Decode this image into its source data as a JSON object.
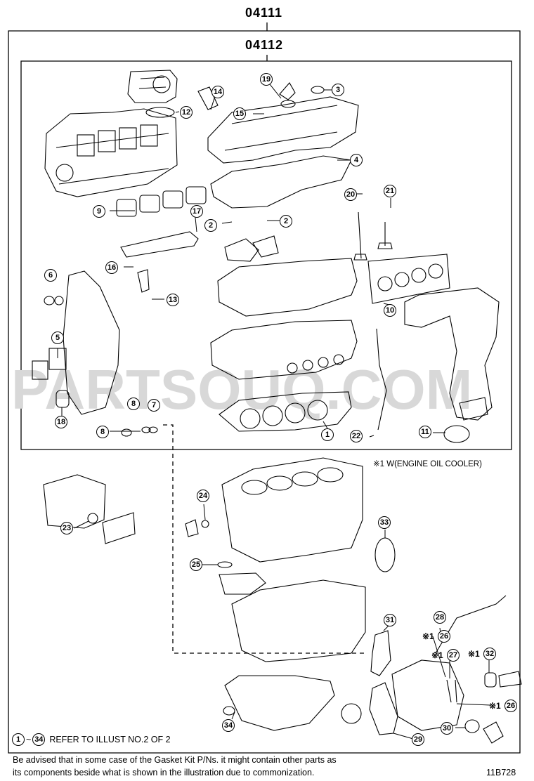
{
  "header": {
    "outer_code": "04111",
    "inner_code": "04112"
  },
  "watermark": "PARTSOUQ.COM",
  "callouts": [
    {
      "id": "c1",
      "label": "1"
    },
    {
      "id": "c2a",
      "label": "2"
    },
    {
      "id": "c2b",
      "label": "2"
    },
    {
      "id": "c3",
      "label": "3"
    },
    {
      "id": "c4",
      "label": "4"
    },
    {
      "id": "c5",
      "label": "5"
    },
    {
      "id": "c6",
      "label": "6"
    },
    {
      "id": "c7",
      "label": "7"
    },
    {
      "id": "c8a",
      "label": "8"
    },
    {
      "id": "c8b",
      "label": "8"
    },
    {
      "id": "c9",
      "label": "9"
    },
    {
      "id": "c10",
      "label": "10"
    },
    {
      "id": "c11",
      "label": "11"
    },
    {
      "id": "c12",
      "label": "12"
    },
    {
      "id": "c13",
      "label": "13"
    },
    {
      "id": "c14",
      "label": "14"
    },
    {
      "id": "c15",
      "label": "15"
    },
    {
      "id": "c16",
      "label": "16"
    },
    {
      "id": "c17",
      "label": "17"
    },
    {
      "id": "c18",
      "label": "18"
    },
    {
      "id": "c19",
      "label": "19"
    },
    {
      "id": "c20",
      "label": "20"
    },
    {
      "id": "c21",
      "label": "21"
    },
    {
      "id": "c22",
      "label": "22"
    },
    {
      "id": "c23",
      "label": "23"
    },
    {
      "id": "c24",
      "label": "24"
    },
    {
      "id": "c25",
      "label": "25"
    },
    {
      "id": "c26a",
      "label": "26"
    },
    {
      "id": "c26b",
      "label": "26"
    },
    {
      "id": "c27",
      "label": "27"
    },
    {
      "id": "c28",
      "label": "28"
    },
    {
      "id": "c29",
      "label": "29"
    },
    {
      "id": "c30",
      "label": "30"
    },
    {
      "id": "c31",
      "label": "31"
    },
    {
      "id": "c32",
      "label": "32"
    },
    {
      "id": "c33",
      "label": "33"
    },
    {
      "id": "c34",
      "label": "34"
    }
  ],
  "mark_prefix": "※1",
  "footnote_oil_cooler": "※1 W(ENGINE OIL COOLER)",
  "refer_note": {
    "from": "1",
    "tilde": "~",
    "to": "34",
    "text": "REFER TO ILLUST NO.2 OF 2"
  },
  "disclaimer_line1": "Be advised that in some case of the Gasket Kit P/Ns.  it might contain other parts as",
  "disclaimer_line2": "its components beside what is shown in the illustration due to commonization.",
  "illustration_code": "11B728"
}
